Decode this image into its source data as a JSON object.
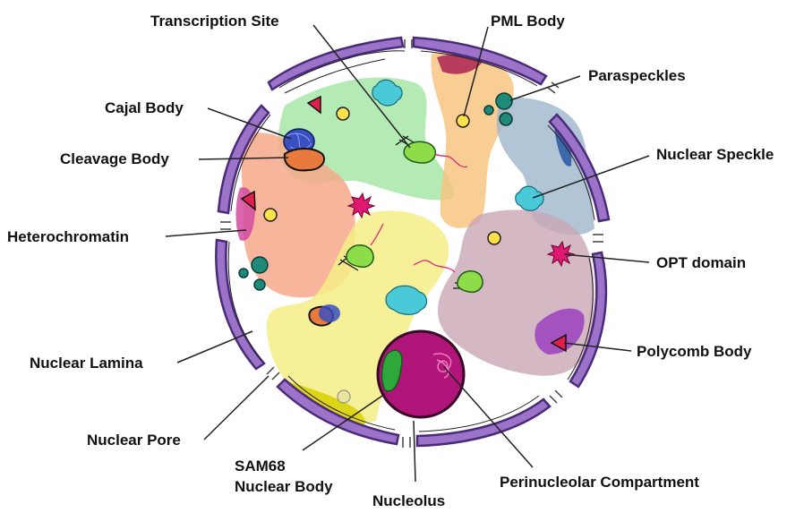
{
  "colors": {
    "envelope": "#9b74c9",
    "envelope_edge": "#4b2a7a",
    "nucleolus": "#b0157a",
    "label_text": "#111111",
    "leader": "#222222"
  },
  "labels": {
    "transcription_site": "Transcription Site",
    "pml_body": "PML Body",
    "paraspeckles": "Paraspeckles",
    "cajal_body": "Cajal Body",
    "nuclear_speckle": "Nuclear Speckle",
    "cleavage_body": "Cleavage Body",
    "heterochromatin": "Heterochromatin",
    "opt_domain": "OPT domain",
    "nuclear_lamina": "Nuclear Lamina",
    "polycomb_body": "Polycomb Body",
    "nuclear_pore": "Nuclear Pore",
    "sam68_line1": "SAM68",
    "sam68_line2": "Nuclear Body",
    "nucleolus": "Nucleolus",
    "perinucleolar_compartment": "Perinucleolar Compartment"
  }
}
